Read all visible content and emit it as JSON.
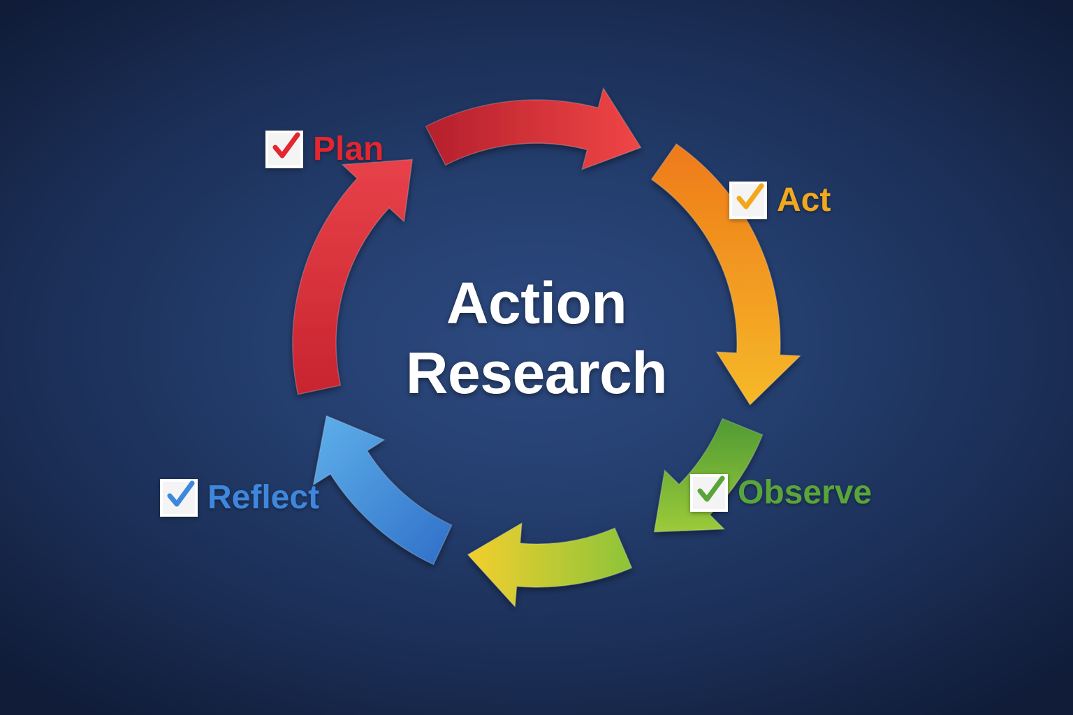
{
  "title": {
    "line1": "Action",
    "line2": "Research"
  },
  "steps": [
    {
      "id": "plan",
      "label": "Plan",
      "color": "#e3262f",
      "checked": true
    },
    {
      "id": "act",
      "label": "Act",
      "color": "#f2a81d",
      "checked": true
    },
    {
      "id": "observe",
      "label": "Observe",
      "color": "#5aa53a",
      "checked": true
    },
    {
      "id": "reflect",
      "label": "Reflect",
      "color": "#3f87dc",
      "checked": true
    }
  ],
  "arrow_colors": {
    "top": [
      "#b41f2c",
      "#f04646"
    ],
    "right": [
      "#ee7a1a",
      "#f6b928"
    ],
    "lower_right": [
      "#4f9a34",
      "#9ccb3a"
    ],
    "bottom": [
      "#8cc43a",
      "#f3cf2d"
    ],
    "lower_left": [
      "#2f6fc8",
      "#5fb0ea"
    ],
    "left": [
      "#c8242f",
      "#e8414a"
    ]
  },
  "background_color": "#1b2c52"
}
